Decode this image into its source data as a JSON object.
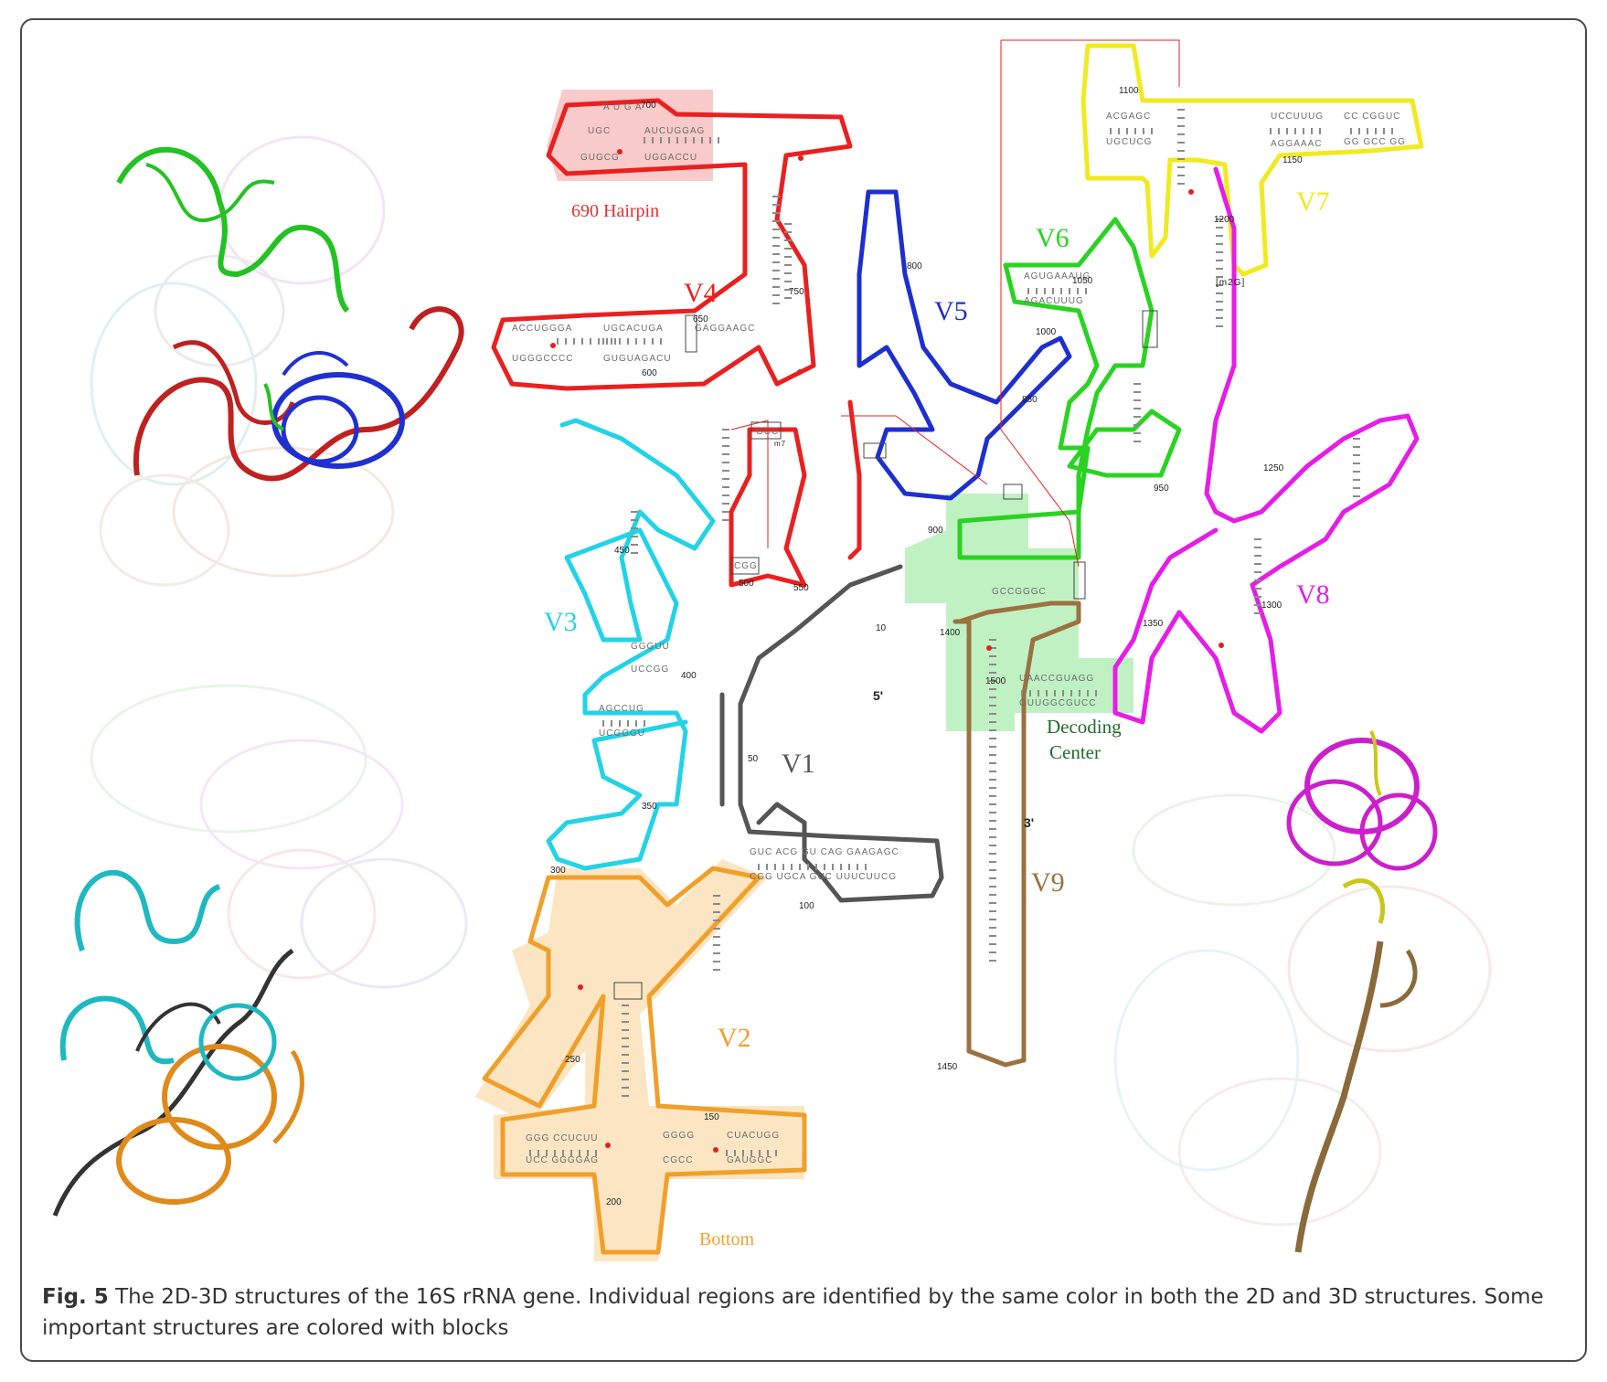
{
  "figure": {
    "caption_lead": "Fig. 5",
    "caption_text": " The 2D-3D structures of the 16S rRNA gene. Individual regions are identified by the same color in both the 2D and 3D structures. Some important structures are colored with blocks"
  },
  "regions": [
    {
      "id": "V1",
      "label": "V1",
      "color": "#555555"
    },
    {
      "id": "V2",
      "label": "V2",
      "color": "#f0a02a"
    },
    {
      "id": "V3",
      "label": "V3",
      "color": "#22d3e6"
    },
    {
      "id": "V4",
      "label": "V4",
      "color": "#ea2020"
    },
    {
      "id": "V5",
      "label": "V5",
      "color": "#1e2fd0"
    },
    {
      "id": "V6",
      "label": "V6",
      "color": "#2ad321"
    },
    {
      "id": "V7",
      "label": "V7",
      "color": "#f0ea20"
    },
    {
      "id": "V8",
      "label": "V8",
      "color": "#e61de6"
    },
    {
      "id": "V9",
      "label": "V9",
      "color": "#9a7240"
    }
  ],
  "blocks": {
    "hairpin_label": "690 Hairpin",
    "decoding_label_1": "Decoding",
    "decoding_label_2": "Center",
    "bottom_label": "Bottom",
    "hairpin_color": "#f8c4c4",
    "decoding_color": "#b9efbd",
    "bottom_color": "#fbe2bd"
  },
  "strand_ends": {
    "five_prime": "5'",
    "three_prime": "3'"
  },
  "position_numbers": [
    "10",
    "50",
    "100",
    "150",
    "200",
    "250",
    "300",
    "350",
    "400",
    "450",
    "500",
    "550",
    "600",
    "650",
    "700",
    "750",
    "800",
    "850",
    "900",
    "950",
    "1000",
    "1050",
    "1100",
    "1150",
    "1200",
    "1250",
    "1300",
    "1350",
    "1400",
    "1450",
    "1500"
  ],
  "sequence_fragments": {
    "hairpin_top": "A U G A",
    "hairpin_seq_1": "AUCUGGAG",
    "hairpin_seq_2": "UGGACCU",
    "hairpin_seq_3": "UGC",
    "hairpin_seq_4": "GUGCG",
    "v4_seq_1": "ACCUGGGA",
    "v4_seq_2": "UGGGCCCC",
    "v4_seq_3": "UGCACUGA",
    "v4_seq_4": "GUGUAGACU",
    "v4_seq_5": "GAGGAAGC",
    "v6_seq_1": "AGUGAAAUG",
    "v6_seq_2": "AGACUUUG",
    "v7_seq_1": "UCCUUUG",
    "v7_seq_2": "AGGAAAC",
    "v7_seq_3": "ACGAGC",
    "v7_seq_4": "UGCUCG",
    "v7_seq_5": "CC CGGUC",
    "v7_seq_6": "GG GCC GG",
    "v3_seq_1": "AGCCUG",
    "v3_seq_2": "UCGGGU",
    "v3_seq_3": "GGGUU",
    "v3_seq_4": "UCCGG",
    "decoding_seq_1": "UAACCGUAGG",
    "decoding_seq_2": "GUUGGCGUCC",
    "v1_seq_1": "GUC ACG GU CAG GAAGAGC",
    "v1_seq_2": "CGG UGCA GUC UUUCUUCG",
    "v2_seq_1": "GGG CCUCUU",
    "v2_seq_2": "UCC GGGGAG",
    "v2_seq_3": "GGGG",
    "v2_seq_4": "CGCC",
    "v2_seq_5": "CUACUGG",
    "v2_seq_6": "GAUGGC",
    "v9_seq": "GCCGGGC",
    "misc_1": "GCC",
    "misc_2": "CGG",
    "modification_1": "[m2G]",
    "modification_2": "m7"
  }
}
